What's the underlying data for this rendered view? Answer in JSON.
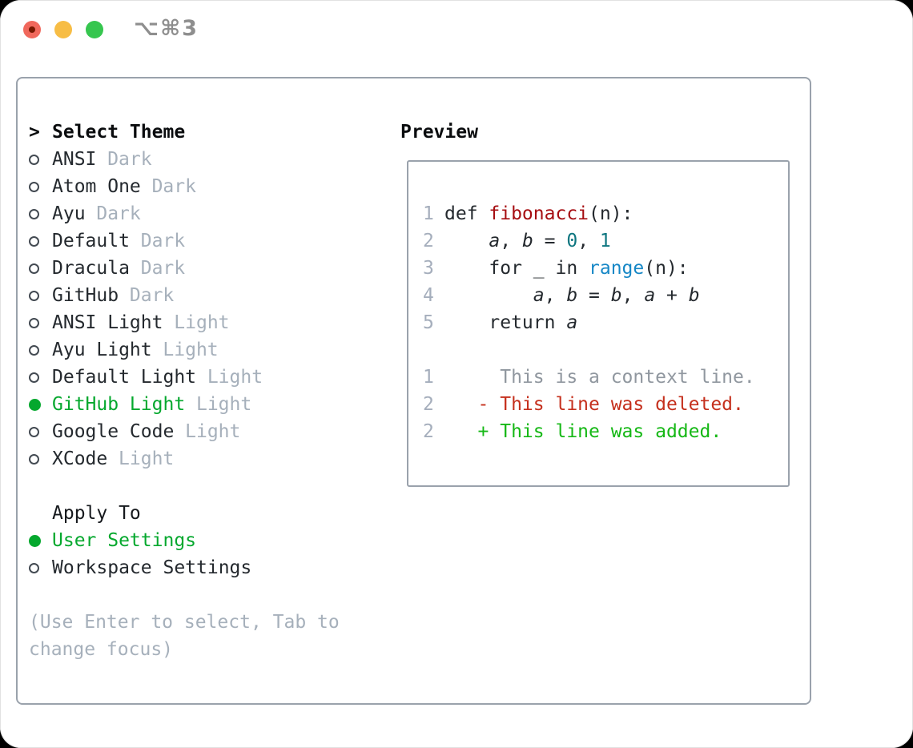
{
  "window": {
    "title": "⌥⌘3"
  },
  "colors": {
    "light_red": "#f0685c",
    "light_yellow": "#f7bd45",
    "light_green": "#36c64f",
    "red_dot": "#771800",
    "title_gray": "#8e8e8e",
    "border_gray": "#9aa2ac",
    "item_text": "#24292e",
    "muted": "#a6b0bb",
    "circle_outline": "#434a52",
    "accent_green": "#05a82e",
    "code_default": "#24292e",
    "func_red": "#a60e12",
    "num_teal": "#0e7680",
    "call_blue": "#1687c6",
    "context_gray": "#90979f",
    "deleted_red": "#c5301d",
    "added_green": "#16b816",
    "line_number": "#a5aebc"
  },
  "left": {
    "header_prompt": ">",
    "header": "Select Theme",
    "themes": [
      {
        "name": "ANSI",
        "variant": "Dark",
        "selected": false
      },
      {
        "name": "Atom One",
        "variant": "Dark",
        "selected": false
      },
      {
        "name": "Ayu",
        "variant": "Dark",
        "selected": false
      },
      {
        "name": "Default",
        "variant": "Dark",
        "selected": false
      },
      {
        "name": "Dracula",
        "variant": "Dark",
        "selected": false
      },
      {
        "name": "GitHub",
        "variant": "Dark",
        "selected": false
      },
      {
        "name": "ANSI Light",
        "variant": "Light",
        "selected": false
      },
      {
        "name": "Ayu Light",
        "variant": "Light",
        "selected": false
      },
      {
        "name": "Default Light",
        "variant": "Light",
        "selected": false
      },
      {
        "name": "GitHub Light",
        "variant": "Light",
        "selected": true
      },
      {
        "name": "Google Code",
        "variant": "Light",
        "selected": false
      },
      {
        "name": "XCode",
        "variant": "Light",
        "selected": false
      }
    ],
    "apply_header": "Apply To",
    "apply_options": [
      {
        "name": "User Settings",
        "selected": true
      },
      {
        "name": "Workspace Settings",
        "selected": false
      }
    ],
    "hint_line1": "(Use Enter to select, Tab to",
    "hint_line2": "change focus)"
  },
  "preview": {
    "header": "Preview",
    "lines": [
      {
        "n": "1",
        "segs": [
          {
            "t": "def ",
            "c": "def"
          },
          {
            "t": "fibonacci",
            "c": "fn"
          },
          {
            "t": "(n):",
            "c": "def"
          }
        ]
      },
      {
        "n": "2",
        "segs": [
          {
            "t": "    ",
            "c": "def"
          },
          {
            "t": "a",
            "c": "var"
          },
          {
            "t": ", ",
            "c": "def"
          },
          {
            "t": "b",
            "c": "var"
          },
          {
            "t": " = ",
            "c": "def"
          },
          {
            "t": "0",
            "c": "num"
          },
          {
            "t": ", ",
            "c": "def"
          },
          {
            "t": "1",
            "c": "num"
          }
        ]
      },
      {
        "n": "3",
        "segs": [
          {
            "t": "    for _ in ",
            "c": "def"
          },
          {
            "t": "range",
            "c": "call"
          },
          {
            "t": "(n):",
            "c": "def"
          }
        ]
      },
      {
        "n": "4",
        "segs": [
          {
            "t": "        ",
            "c": "def"
          },
          {
            "t": "a",
            "c": "var"
          },
          {
            "t": ", ",
            "c": "def"
          },
          {
            "t": "b",
            "c": "var"
          },
          {
            "t": " = ",
            "c": "def"
          },
          {
            "t": "b",
            "c": "var"
          },
          {
            "t": ", ",
            "c": "def"
          },
          {
            "t": "a",
            "c": "var"
          },
          {
            "t": " + ",
            "c": "def"
          },
          {
            "t": "b",
            "c": "var"
          }
        ]
      },
      {
        "n": "5",
        "segs": [
          {
            "t": "    return ",
            "c": "def"
          },
          {
            "t": "a",
            "c": "var"
          }
        ]
      },
      {
        "n": "",
        "segs": []
      },
      {
        "n": "1",
        "segs": [
          {
            "t": "     This is a context line.",
            "c": "ctx"
          }
        ]
      },
      {
        "n": "2",
        "segs": [
          {
            "t": "   - This line was deleted.",
            "c": "del"
          }
        ]
      },
      {
        "n": "2",
        "segs": [
          {
            "t": "   + This line was added.",
            "c": "add"
          }
        ]
      }
    ]
  }
}
